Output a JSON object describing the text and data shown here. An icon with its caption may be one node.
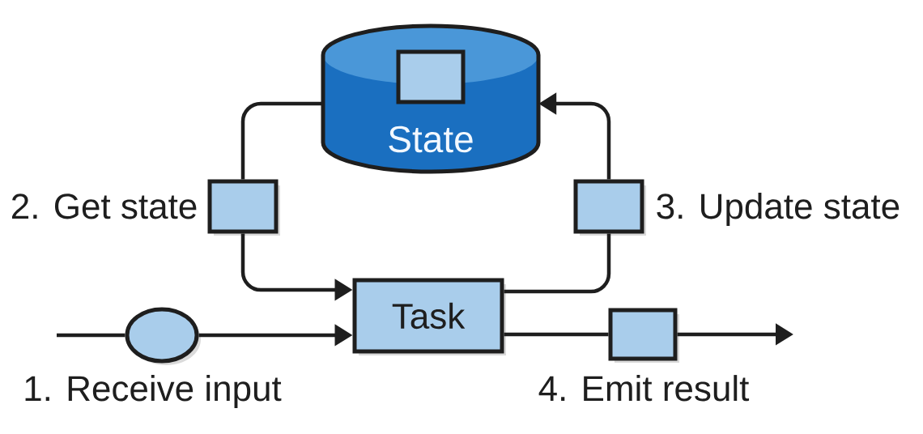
{
  "diagram": {
    "nodes": [
      {
        "text": [
          "State"
        ]
      },
      {
        "text": [],
        "shape": "box",
        "in": 0
      },
      {
        "text": [],
        "shape": "box",
        "beside": [
          "2. Get state"
        ]
      },
      {
        "text": [],
        "shape": "box",
        "beside": [
          "3. Update state"
        ]
      },
      {
        "text": [
          "Task"
        ]
      },
      {
        "text": [],
        "shape": "ellipse",
        "beside": [
          "1. Receive input"
        ]
      },
      {
        "text": [],
        "shape": "box",
        "beside": [
          "4. Emit result"
        ]
      }
    ],
    "edges": [
      {
        "from": 0,
        "to": 2,
        "arrow": "none"
      },
      {
        "from": 2,
        "to": 4,
        "arrow": "to"
      },
      {
        "from": 4,
        "to": 3,
        "arrow": "none"
      },
      {
        "from": 3,
        "to": 0,
        "arrow": "to"
      },
      {
        "from": null,
        "to": 5,
        "arrow": "none"
      },
      {
        "from": 5,
        "to": 4,
        "arrow": "to"
      },
      {
        "from": 4,
        "to": 6,
        "arrow": "none"
      },
      {
        "from": 6,
        "to": null,
        "arrow": "to"
      }
    ]
  }
}
